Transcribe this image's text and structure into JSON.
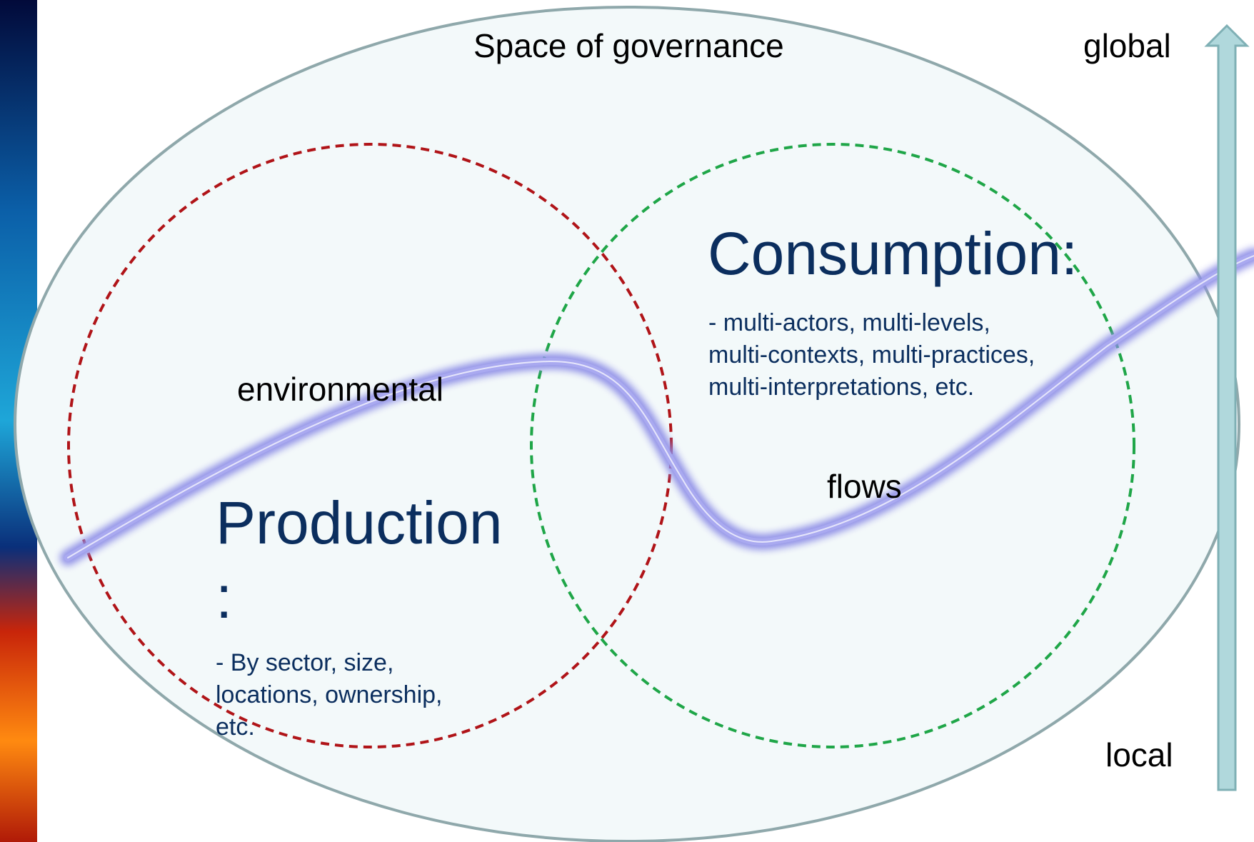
{
  "diagram": {
    "title": "Space of governance",
    "scale": {
      "top_label": "global",
      "bottom_label": "local"
    },
    "flow": {
      "label_primary": "environmental",
      "label_secondary": "flows"
    },
    "production": {
      "heading": "Production",
      "heading_suffix": ":",
      "notes": [
        "- By sector, size,",
        "locations, ownership,",
        "etc."
      ]
    },
    "consumption": {
      "heading": "Consumption:",
      "notes": [
        "- multi-actors, multi-levels,",
        "multi-contexts, multi-practices,",
        "multi-interpretations, etc."
      ]
    },
    "colors": {
      "space_fill": "#f3f9fa",
      "space_stroke": "#8fa8ab",
      "production_circle": "#b01418",
      "consumption_circle": "#1fa648",
      "flow_line": "#8c8ce6",
      "heading_text": "#0b2e5e",
      "scale_arrow": "#b0d8dc",
      "scale_arrow_border": "#7fb0b5"
    }
  }
}
